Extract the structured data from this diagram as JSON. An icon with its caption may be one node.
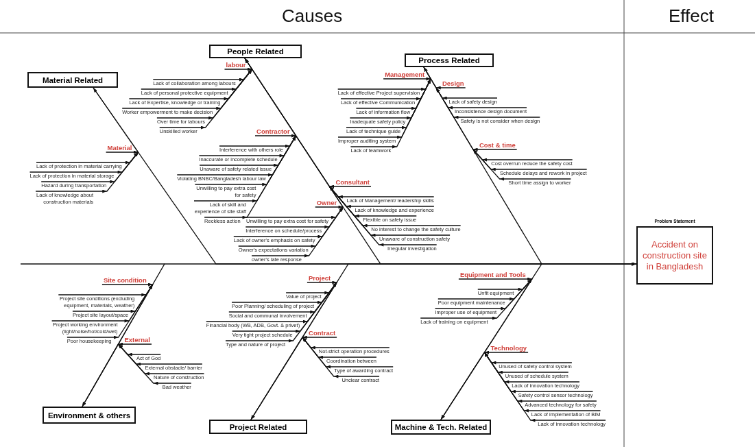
{
  "diagram": {
    "nodes": [
      {
        "text": [
          "Material Related"
        ]
      },
      {
        "text": [
          "Material"
        ]
      },
      {
        "text": [
          "Lack of protection in material carrying"
        ]
      },
      {
        "text": [
          "Lack of protection in material storage"
        ]
      },
      {
        "text": [
          "Hazard during transportation"
        ]
      },
      {
        "text": [
          "Lack of knowledge about construction materials"
        ]
      },
      {
        "text": [
          "People Related"
        ]
      },
      {
        "text": [
          "labour"
        ]
      },
      {
        "text": [
          "Lack of collaboration among labours"
        ]
      },
      {
        "text": [
          "Lack of personal protective equipment"
        ]
      },
      {
        "text": [
          "Lack of Expertise, knowledge or training"
        ]
      },
      {
        "text": [
          "Worker empowerment to make decision"
        ]
      },
      {
        "text": [
          "Over time for labours"
        ]
      },
      {
        "text": [
          "Unskilled worker"
        ]
      },
      {
        "text": [
          "Contractor"
        ]
      },
      {
        "text": [
          "Interference with others role"
        ]
      },
      {
        "text": [
          "Inaccurate or incomplete schedule"
        ]
      },
      {
        "text": [
          "Unaware of safety related issue"
        ]
      },
      {
        "text": [
          "Violating BNBC/Bangladesh labour law"
        ]
      },
      {
        "text": [
          "Unwilling to pay extra cost for safety"
        ]
      },
      {
        "text": [
          "Lack of skill and experience of site staff"
        ]
      },
      {
        "text": [
          "Reckless action"
        ]
      },
      {
        "text": [
          "Owner"
        ]
      },
      {
        "text": [
          "Unwilling to pay extra cost for safety"
        ]
      },
      {
        "text": [
          "Interference on schedule/process"
        ]
      },
      {
        "text": [
          "Lack of owner's emphasis on safety"
        ]
      },
      {
        "text": [
          "Owner's expectations variation"
        ]
      },
      {
        "text": [
          "owner's late response"
        ]
      },
      {
        "text": [
          "Consultant"
        ]
      },
      {
        "text": [
          "Lack of Management/ leadership skills"
        ]
      },
      {
        "text": [
          "Lack of knowledge and experience"
        ]
      },
      {
        "text": [
          "Flexible on safety issue"
        ]
      },
      {
        "text": [
          "No interest to change the safety culture"
        ]
      },
      {
        "text": [
          "Unaware of construction safety"
        ]
      },
      {
        "text": [
          "Irregular investigation"
        ]
      },
      {
        "text": [
          "Process Related"
        ]
      },
      {
        "text": [
          "Management"
        ]
      },
      {
        "text": [
          "Lack of effective Project supervision"
        ]
      },
      {
        "text": [
          "Lack of effective Communication"
        ]
      },
      {
        "text": [
          "Lack of information flow"
        ]
      },
      {
        "text": [
          "Inadequate safety policy"
        ]
      },
      {
        "text": [
          "Lack of technique guide"
        ]
      },
      {
        "text": [
          "Improper auditing system"
        ]
      },
      {
        "text": [
          "Lack of teamwork"
        ]
      },
      {
        "text": [
          "Design"
        ]
      },
      {
        "text": [
          "Lack of safety design"
        ]
      },
      {
        "text": [
          "Inconsistence design document"
        ]
      },
      {
        "text": [
          "Safety is not consider when design"
        ]
      },
      {
        "text": [
          "Cost & time"
        ]
      },
      {
        "text": [
          "Cost overrun reduce the safety cost"
        ]
      },
      {
        "text": [
          "Schedule delays and rework in project"
        ]
      },
      {
        "text": [
          "Short time assign to worker"
        ]
      },
      {
        "text": [
          "Environment & others"
        ]
      },
      {
        "text": [
          "Site condition"
        ]
      },
      {
        "text": [
          "Project site conditions (excluding equipment, materials, weather)"
        ]
      },
      {
        "text": [
          "Project site layout/space"
        ]
      },
      {
        "text": [
          "Project working environment (light/noise/hot/cold/wet)"
        ]
      },
      {
        "text": [
          "Poor housekeeping"
        ]
      },
      {
        "text": [
          "External"
        ]
      },
      {
        "text": [
          "Act of God"
        ]
      },
      {
        "text": [
          "External obstacle/ barrier"
        ]
      },
      {
        "text": [
          "Nature of construction"
        ]
      },
      {
        "text": [
          "Bad weather"
        ]
      },
      {
        "text": [
          "Project Related"
        ]
      },
      {
        "text": [
          "Project"
        ]
      },
      {
        "text": [
          "Value of project"
        ]
      },
      {
        "text": [
          "Poor Planning/ scheduling of project"
        ]
      },
      {
        "text": [
          "Social and communal involvement"
        ]
      },
      {
        "text": [
          "Financial body (WB, ADB, Govt. & privet)"
        ]
      },
      {
        "text": [
          "Very tight project schedule"
        ]
      },
      {
        "text": [
          "Type and nature of project"
        ]
      },
      {
        "text": [
          "Contract"
        ]
      },
      {
        "text": [
          "Not-strict operation procedures"
        ]
      },
      {
        "text": [
          "Coordination between"
        ]
      },
      {
        "text": [
          "Type of awarding contract"
        ]
      },
      {
        "text": [
          "Unclear contract"
        ]
      },
      {
        "text": [
          "Machine & Tech. Related"
        ]
      },
      {
        "text": [
          "Equipment and Tools"
        ]
      },
      {
        "text": [
          "Unfit equipment"
        ]
      },
      {
        "text": [
          "Poor equipment maintenance"
        ]
      },
      {
        "text": [
          "Improper use of equipment"
        ]
      },
      {
        "text": [
          "Lack of training on equipment"
        ]
      },
      {
        "text": [
          "Technology"
        ]
      },
      {
        "text": [
          "Unused of safety control system"
        ]
      },
      {
        "text": [
          "Unused of schedule system"
        ]
      },
      {
        "text": [
          "Lack of innovation technology"
        ]
      },
      {
        "text": [
          "Safety control sensor technology"
        ]
      },
      {
        "text": [
          "Advanced technology for safety"
        ]
      },
      {
        "text": [
          "Lack of implementation of BIM"
        ]
      },
      {
        "text": [
          "Lack of innovation technology"
        ]
      },
      {
        "text": [
          "Problem Statement",
          "Accident on construction site in Bangladesh"
        ]
      }
    ],
    "edges": [
      {
        "from": 0,
        "to": 90,
        "arrow": "to"
      },
      {
        "from": 1,
        "to": 0,
        "arrow": "to"
      },
      {
        "from": 2,
        "to": 1,
        "arrow": "to"
      },
      {
        "from": 3,
        "to": 1,
        "arrow": "to"
      },
      {
        "from": 4,
        "to": 1,
        "arrow": "to"
      },
      {
        "from": 5,
        "to": 1,
        "arrow": "to"
      },
      {
        "from": 6,
        "to": 90,
        "arrow": "to"
      },
      {
        "from": 7,
        "to": 6,
        "arrow": "to"
      },
      {
        "from": 8,
        "to": 7,
        "arrow": "to"
      },
      {
        "from": 9,
        "to": 7,
        "arrow": "to"
      },
      {
        "from": 10,
        "to": 7,
        "arrow": "to"
      },
      {
        "from": 11,
        "to": 7,
        "arrow": "to"
      },
      {
        "from": 12,
        "to": 7,
        "arrow": "to"
      },
      {
        "from": 13,
        "to": 7,
        "arrow": "to"
      },
      {
        "from": 14,
        "to": 6,
        "arrow": "to"
      },
      {
        "from": 15,
        "to": 14,
        "arrow": "to"
      },
      {
        "from": 16,
        "to": 14,
        "arrow": "to"
      },
      {
        "from": 17,
        "to": 14,
        "arrow": "to"
      },
      {
        "from": 18,
        "to": 14,
        "arrow": "to"
      },
      {
        "from": 19,
        "to": 14,
        "arrow": "to"
      },
      {
        "from": 20,
        "to": 14,
        "arrow": "to"
      },
      {
        "from": 21,
        "to": 14,
        "arrow": "to"
      },
      {
        "from": 22,
        "to": 6,
        "arrow": "to"
      },
      {
        "from": 23,
        "to": 22,
        "arrow": "to"
      },
      {
        "from": 24,
        "to": 22,
        "arrow": "to"
      },
      {
        "from": 25,
        "to": 22,
        "arrow": "to"
      },
      {
        "from": 26,
        "to": 22,
        "arrow": "to"
      },
      {
        "from": 27,
        "to": 22,
        "arrow": "to"
      },
      {
        "from": 28,
        "to": 6,
        "arrow": "to"
      },
      {
        "from": 29,
        "to": 28,
        "arrow": "to"
      },
      {
        "from": 30,
        "to": 28,
        "arrow": "to"
      },
      {
        "from": 31,
        "to": 28,
        "arrow": "to"
      },
      {
        "from": 32,
        "to": 28,
        "arrow": "to"
      },
      {
        "from": 33,
        "to": 28,
        "arrow": "to"
      },
      {
        "from": 34,
        "to": 28,
        "arrow": "to"
      },
      {
        "from": 35,
        "to": 90,
        "arrow": "to"
      },
      {
        "from": 36,
        "to": 35,
        "arrow": "to"
      },
      {
        "from": 37,
        "to": 36,
        "arrow": "to"
      },
      {
        "from": 38,
        "to": 36,
        "arrow": "to"
      },
      {
        "from": 39,
        "to": 36,
        "arrow": "to"
      },
      {
        "from": 40,
        "to": 36,
        "arrow": "to"
      },
      {
        "from": 41,
        "to": 36,
        "arrow": "to"
      },
      {
        "from": 42,
        "to": 36,
        "arrow": "to"
      },
      {
        "from": 43,
        "to": 36,
        "arrow": "to"
      },
      {
        "from": 44,
        "to": 35,
        "arrow": "to"
      },
      {
        "from": 45,
        "to": 44,
        "arrow": "to"
      },
      {
        "from": 46,
        "to": 44,
        "arrow": "to"
      },
      {
        "from": 47,
        "to": 44,
        "arrow": "to"
      },
      {
        "from": 48,
        "to": 35,
        "arrow": "to"
      },
      {
        "from": 49,
        "to": 48,
        "arrow": "to"
      },
      {
        "from": 50,
        "to": 48,
        "arrow": "to"
      },
      {
        "from": 51,
        "to": 48,
        "arrow": "to"
      },
      {
        "from": 52,
        "to": 90,
        "arrow": "to"
      },
      {
        "from": 53,
        "to": 52,
        "arrow": "to"
      },
      {
        "from": 54,
        "to": 53,
        "arrow": "to"
      },
      {
        "from": 55,
        "to": 53,
        "arrow": "to"
      },
      {
        "from": 56,
        "to": 53,
        "arrow": "to"
      },
      {
        "from": 57,
        "to": 53,
        "arrow": "to"
      },
      {
        "from": 58,
        "to": 52,
        "arrow": "to"
      },
      {
        "from": 59,
        "to": 58,
        "arrow": "to"
      },
      {
        "from": 60,
        "to": 58,
        "arrow": "to"
      },
      {
        "from": 61,
        "to": 58,
        "arrow": "to"
      },
      {
        "from": 62,
        "to": 58,
        "arrow": "to"
      },
      {
        "from": 63,
        "to": 90,
        "arrow": "to"
      },
      {
        "from": 64,
        "to": 63,
        "arrow": "to"
      },
      {
        "from": 65,
        "to": 64,
        "arrow": "to"
      },
      {
        "from": 66,
        "to": 64,
        "arrow": "to"
      },
      {
        "from": 67,
        "to": 64,
        "arrow": "to"
      },
      {
        "from": 68,
        "to": 64,
        "arrow": "to"
      },
      {
        "from": 69,
        "to": 64,
        "arrow": "to"
      },
      {
        "from": 70,
        "to": 64,
        "arrow": "to"
      },
      {
        "from": 71,
        "to": 63,
        "arrow": "to"
      },
      {
        "from": 72,
        "to": 71,
        "arrow": "to"
      },
      {
        "from": 73,
        "to": 71,
        "arrow": "to"
      },
      {
        "from": 74,
        "to": 71,
        "arrow": "to"
      },
      {
        "from": 75,
        "to": 71,
        "arrow": "to"
      },
      {
        "from": 76,
        "to": 90,
        "arrow": "to"
      },
      {
        "from": 77,
        "to": 76,
        "arrow": "to"
      },
      {
        "from": 78,
        "to": 77,
        "arrow": "to"
      },
      {
        "from": 79,
        "to": 77,
        "arrow": "to"
      },
      {
        "from": 80,
        "to": 77,
        "arrow": "to"
      },
      {
        "from": 81,
        "to": 77,
        "arrow": "to"
      },
      {
        "from": 82,
        "to": 76,
        "arrow": "to"
      },
      {
        "from": 83,
        "to": 82,
        "arrow": "to"
      },
      {
        "from": 84,
        "to": 82,
        "arrow": "to"
      },
      {
        "from": 85,
        "to": 82,
        "arrow": "to"
      },
      {
        "from": 86,
        "to": 82,
        "arrow": "to"
      },
      {
        "from": 87,
        "to": 82,
        "arrow": "to"
      },
      {
        "from": 88,
        "to": 82,
        "arrow": "to"
      },
      {
        "from": 89,
        "to": 82,
        "arrow": "to"
      }
    ],
    "labels": [
      "Causes",
      "Effect"
    ]
  }
}
